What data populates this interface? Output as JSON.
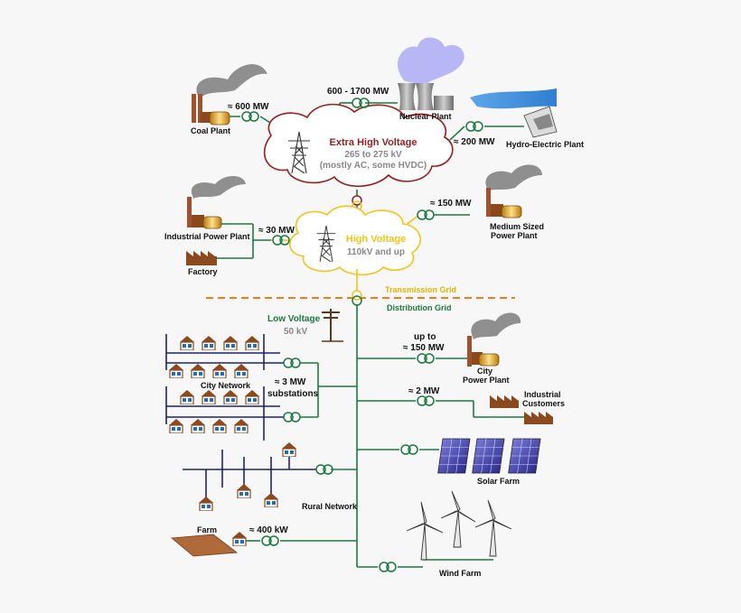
{
  "colors": {
    "ehv_line": "#9b1c1c",
    "hv_line": "#f0c419",
    "dist_line": "#1b7a3e",
    "dashed": "#ef7d1a",
    "house_roof": "#8b4a1e",
    "house_wall": "#fff"
  },
  "ehv": {
    "title": "Extra High Voltage",
    "line1": "265 to 275 kV",
    "line2": "(mostly AC, some HVDC)"
  },
  "hv": {
    "title": "High Voltage",
    "line1": "110kV and up"
  },
  "lv": {
    "title": "Low Voltage",
    "line1": "50 kV"
  },
  "grid": {
    "transmission": "Transmission Grid",
    "distribution": "Distribution Grid"
  },
  "plants": {
    "coal": {
      "label": "Coal Plant",
      "mw": "≈ 600  MW"
    },
    "nuclear": {
      "label": "Nuclear Plant",
      "mw": "600 - 1700  MW"
    },
    "hydro": {
      "label": "Hydro-Electric Plant",
      "mw": "≈ 200  MW"
    },
    "medium": {
      "label1": "Medium Sized",
      "label2": "Power Plant",
      "mw": "≈ 150  MW"
    },
    "industrial": {
      "label": "Industrial Power Plant",
      "mw": "≈ 30 MW"
    },
    "factory": {
      "label": "Factory"
    },
    "city": {
      "label1": "City",
      "label2": "Power Plant",
      "mw1": "up to",
      "mw2": "≈ 150  MW"
    },
    "customers": {
      "label1": "Industrial",
      "label2": "Customers",
      "mw": "≈ 2  MW"
    },
    "solar": {
      "label": "Solar Farm"
    },
    "wind": {
      "label": "Wind Farm"
    }
  },
  "networks": {
    "city": "City Network",
    "substations1": "≈ 3  MW",
    "substations2": "substations",
    "rural": "Rural Network",
    "farm": "Farm",
    "farm_kw": "≈ 400 kW"
  }
}
